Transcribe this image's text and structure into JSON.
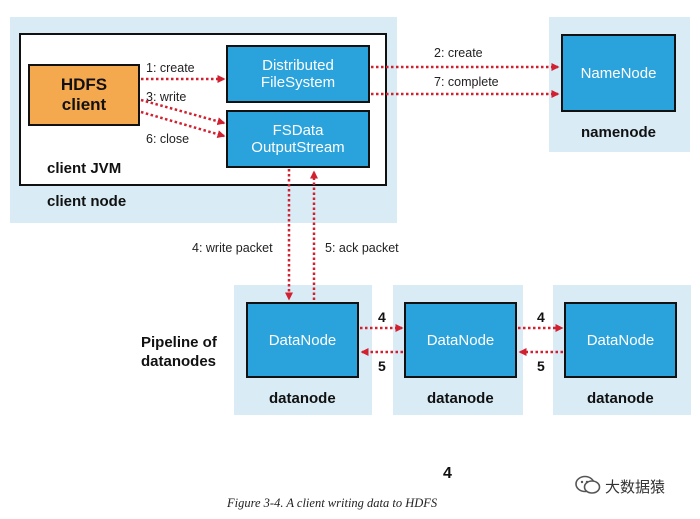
{
  "client_node": {
    "label": "client node",
    "jvm_label": "client JVM",
    "hdfs_client": "HDFS\nclient",
    "distributed_fs": "Distributed\nFileSystem",
    "fsdata_stream": "FSData\nOutputStream"
  },
  "namenode": {
    "box_label": "NameNode",
    "node_label": "namenode"
  },
  "pipeline_label": "Pipeline of\ndatanodes",
  "datanodes": [
    {
      "box_label": "DataNode",
      "node_label": "datanode"
    },
    {
      "box_label": "DataNode",
      "node_label": "datanode"
    },
    {
      "box_label": "DataNode",
      "node_label": "datanode"
    }
  ],
  "arrows": {
    "create": "1: create",
    "write": "3: write",
    "close": "6: close",
    "nn_create": "2: create",
    "complete": "7: complete",
    "write_packet": "4: write packet",
    "ack_packet": "5: ack packet",
    "fwd_1": "4",
    "back_1": "5",
    "fwd_2": "4",
    "back_2": "5"
  },
  "page_number": "4",
  "caption": "Figure 3-4. A client writing data to HDFS",
  "watermark": "大数据猿",
  "colors": {
    "panel": "#d9ecf6",
    "node_box": "#2aa3dc",
    "client_box": "#f5a94e",
    "arrow": "#d1202f"
  }
}
